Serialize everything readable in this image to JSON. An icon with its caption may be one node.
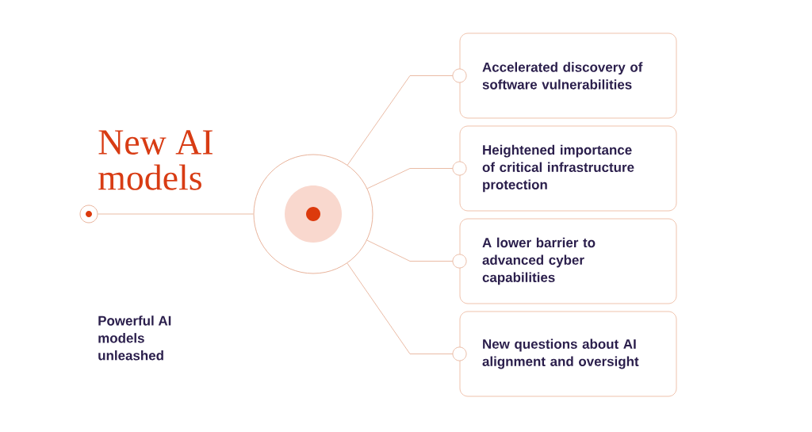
{
  "diagram": {
    "title": "New AI models",
    "caption": "Powerful AI models unleashed",
    "nodes": [
      {
        "text": [],
        "shape": "circle"
      },
      {
        "text": [],
        "shape": "circle"
      },
      {
        "text": [
          "Accelerated discovery of software vulnerabilities"
        ]
      },
      {
        "text": [
          "Heightened importance of critical infrastructure protection"
        ]
      },
      {
        "text": [
          "A lower barrier to advanced cyber capabilities"
        ]
      },
      {
        "text": [
          "New questions about AI alignment and oversight"
        ]
      }
    ],
    "edges": [
      {
        "from": 0,
        "to": 1,
        "arrow": "none"
      },
      {
        "from": 1,
        "to": 2,
        "arrow": "other"
      },
      {
        "from": 1,
        "to": 3,
        "arrow": "other"
      },
      {
        "from": 1,
        "to": 4,
        "arrow": "other"
      },
      {
        "from": 1,
        "to": 5,
        "arrow": "other"
      }
    ]
  }
}
